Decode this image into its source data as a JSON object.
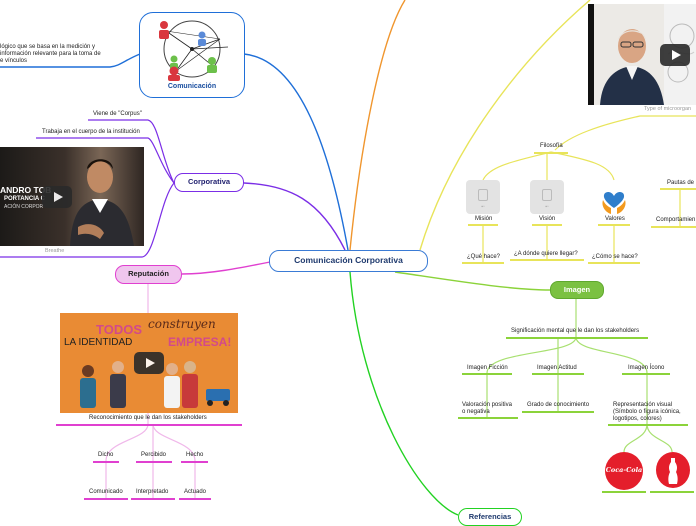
{
  "central": {
    "title": "Comunicación Corporativa"
  },
  "comunicacion": {
    "label": "Comunicación",
    "note_lines": [
      "lógico que se basa en la medición y",
      "información relevante para la toma de",
      "e vínculos"
    ]
  },
  "corporativa": {
    "label": "Corporativa",
    "children": [
      "Viene de \"Corpus\"",
      "Trabaja en el cuerpo de la institución"
    ],
    "video": {
      "line1": "ANDRO TOB",
      "line2": "PORTANCIA C",
      "line3": "ACIÓN CORPOR",
      "caption": "Breathe"
    }
  },
  "reputacion": {
    "label": "Reputación",
    "video": {
      "w1": "TODOS",
      "w2": "construyen",
      "w3": "LA IDENTIDAD",
      "w4": "EMPRESA!"
    },
    "caption": "Reconocimiento que le dan los stakeholders",
    "branches": [
      {
        "label": "Dicho",
        "child": "Comunicado"
      },
      {
        "label": "Percibido",
        "child": "Interpretado"
      },
      {
        "label": "Hecho",
        "child": "Actuado"
      }
    ]
  },
  "filosofia": {
    "video_caption": "Type of microorgan",
    "label": "Filosofía",
    "items": [
      {
        "label": "Misión",
        "child": "¿Qué hace?"
      },
      {
        "label": "Visión",
        "child": "¿A dónde quiere llegar?"
      },
      {
        "label": "Valores",
        "child": "¿Cómo se hace?"
      }
    ],
    "right": [
      "Pautas de",
      "Comportamien"
    ]
  },
  "imagen": {
    "label": "Imagen",
    "caption": "Significación mental que le dan los stakeholders",
    "branches": [
      {
        "label": "Imagen Ficción",
        "child_lines": [
          "Valoración positiva",
          "o negativa"
        ]
      },
      {
        "label": "Imagen Actitud",
        "child_lines": [
          "Grado de conocimiento"
        ]
      },
      {
        "label": "Imagen Ícono",
        "child_lines": [
          "Representación visual",
          "(Símbolo o figura icónica,",
          "logotipos, colores)"
        ]
      }
    ],
    "logo_text": "Coca-Cola"
  },
  "referencias": {
    "label": "Referencias"
  },
  "colors": {
    "blue": "#1f6fd8",
    "purple": "#7b2ee6",
    "pink": "#f0c6ee",
    "pink_line": "#e040d0",
    "orange": "#f0962e",
    "yellow": "#e8e45a",
    "green": "#8bd33a",
    "green_node": "#7bc142",
    "bright_green": "#22d222",
    "central_border": "#3a7bd5"
  }
}
